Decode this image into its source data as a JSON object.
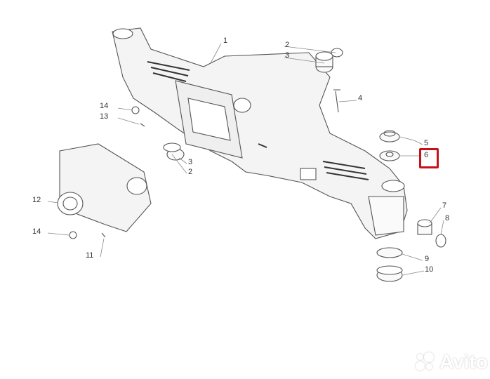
{
  "diagram": {
    "title": "Front axle housing exploded view",
    "callouts": [
      {
        "id": "c1",
        "text": "1"
      },
      {
        "id": "c2a",
        "text": "2"
      },
      {
        "id": "c3a",
        "text": "3"
      },
      {
        "id": "c4",
        "text": "4"
      },
      {
        "id": "c5",
        "text": "5"
      },
      {
        "id": "c6",
        "text": "6"
      },
      {
        "id": "c7",
        "text": "7"
      },
      {
        "id": "c8",
        "text": "8"
      },
      {
        "id": "c9",
        "text": "9"
      },
      {
        "id": "c10",
        "text": "10"
      },
      {
        "id": "c14a",
        "text": "14"
      },
      {
        "id": "c13",
        "text": "13"
      },
      {
        "id": "c3b",
        "text": "3"
      },
      {
        "id": "c2b",
        "text": "2"
      },
      {
        "id": "c12",
        "text": "12"
      },
      {
        "id": "c14b",
        "text": "14"
      },
      {
        "id": "c11",
        "text": "11"
      }
    ],
    "highlighted_part": "6",
    "highlight_color": "#c8101a"
  },
  "watermark": {
    "text": "Avito"
  }
}
